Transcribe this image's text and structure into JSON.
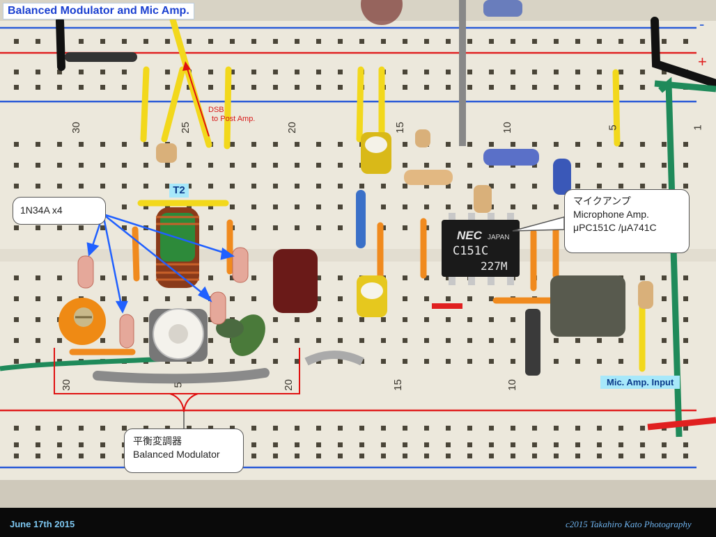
{
  "title": "Balanced Modulator  and Mic Amp.",
  "labels": {
    "t2": "T2",
    "diodes": "1N34A x4",
    "dsb_line1": "DSB",
    "dsb_line2": "to Post Amp.",
    "mic_amp_input": "Mic. Amp.  Input"
  },
  "ic_callout": {
    "line1": "マイクアンプ",
    "line2": "Microphone Amp.",
    "line3": "μPC151C /μA741C"
  },
  "bm_callout": {
    "line1": "平衡変調器",
    "line2": "Balanced Modulator"
  },
  "chip_markings": {
    "brand": "NEC",
    "origin": "JAPAN",
    "part": "C151C",
    "code": "227M"
  },
  "row_numbers_top": [
    "30",
    "25",
    "20",
    "15",
    "10",
    "5",
    "1"
  ],
  "row_numbers_bottom": [
    "30",
    "5",
    "20",
    "15",
    "10"
  ],
  "rail_marks": {
    "minus": "-",
    "plus": "+"
  },
  "footer": {
    "date": "June 17th 2015",
    "copyright": "c2015 Takahiro Kato  Photography"
  },
  "colors": {
    "board": "#ece8dc",
    "rail_blue": "#2a5bd7",
    "rail_red": "#e02020",
    "wire_yellow": "#f2d81c",
    "wire_orange": "#f08a1e",
    "wire_green": "#1f8a5a",
    "arrow_blue": "#2060ff",
    "arrow_red": "#e01010",
    "bracket_red": "#e01010",
    "callout_bg": "#ffffff",
    "tag_cyan": "#a7e8fa"
  }
}
